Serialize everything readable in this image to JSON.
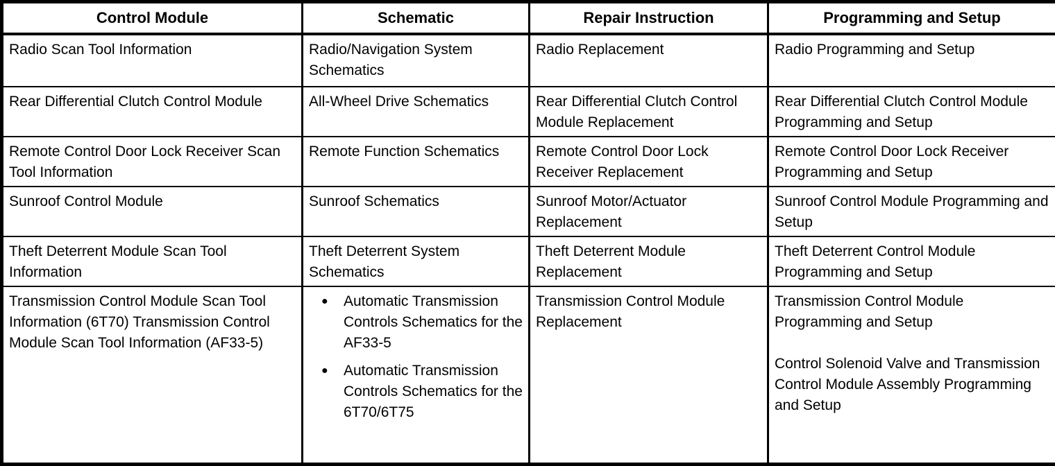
{
  "icons": {
    "bullet": "●"
  },
  "table": {
    "headers": {
      "control_module": "Control Module",
      "schematic": "Schematic",
      "repair_instruction": "Repair Instruction",
      "programming_and_setup": "Programming and Setup"
    },
    "rows": [
      {
        "control_module": "Radio Scan Tool Information",
        "schematic": "Radio/Navigation System Schematics",
        "repair_instruction": "Radio Replacement",
        "programming_and_setup": "Radio Programming and Setup"
      },
      {
        "control_module": "Rear Differential Clutch Control Module",
        "schematic": "All-Wheel Drive Schematics",
        "repair_instruction": "Rear Differential Clutch Control Module Replacement",
        "programming_and_setup": "Rear Differential Clutch Control Module Programming and Setup"
      },
      {
        "control_module": "Remote Control Door Lock Receiver Scan Tool Information",
        "schematic": "Remote Function Schematics",
        "repair_instruction": "Remote Control Door Lock Receiver Replacement",
        "programming_and_setup": "Remote Control Door Lock Receiver Programming and Setup"
      },
      {
        "control_module": "Sunroof Control Module",
        "schematic": "Sunroof Schematics",
        "repair_instruction": "Sunroof Motor/Actuator Replacement",
        "programming_and_setup": "Sunroof Control Module Programming and Setup"
      },
      {
        "control_module": "Theft Deterrent Module Scan Tool Information",
        "schematic": "Theft Deterrent System Schematics",
        "repair_instruction": "Theft Deterrent Module Replacement",
        "programming_and_setup": "Theft Deterrent Control Module Programming and Setup"
      },
      {
        "control_module": "Transmission Control Module Scan Tool Information (6T70) Transmission Control Module Scan Tool Information (AF33-5)",
        "schematic_items": [
          "Automatic Transmission Controls Schematics for the AF33-5",
          "Automatic Transmission Controls Schematics for the 6T70/6T75"
        ],
        "repair_instruction": "Transmission Control Module Replacement",
        "programming_paragraphs": [
          "Transmission Control Module Programming and Setup",
          "Control Solenoid Valve and Transmission Control Module Assembly Programming and Setup"
        ]
      }
    ]
  }
}
